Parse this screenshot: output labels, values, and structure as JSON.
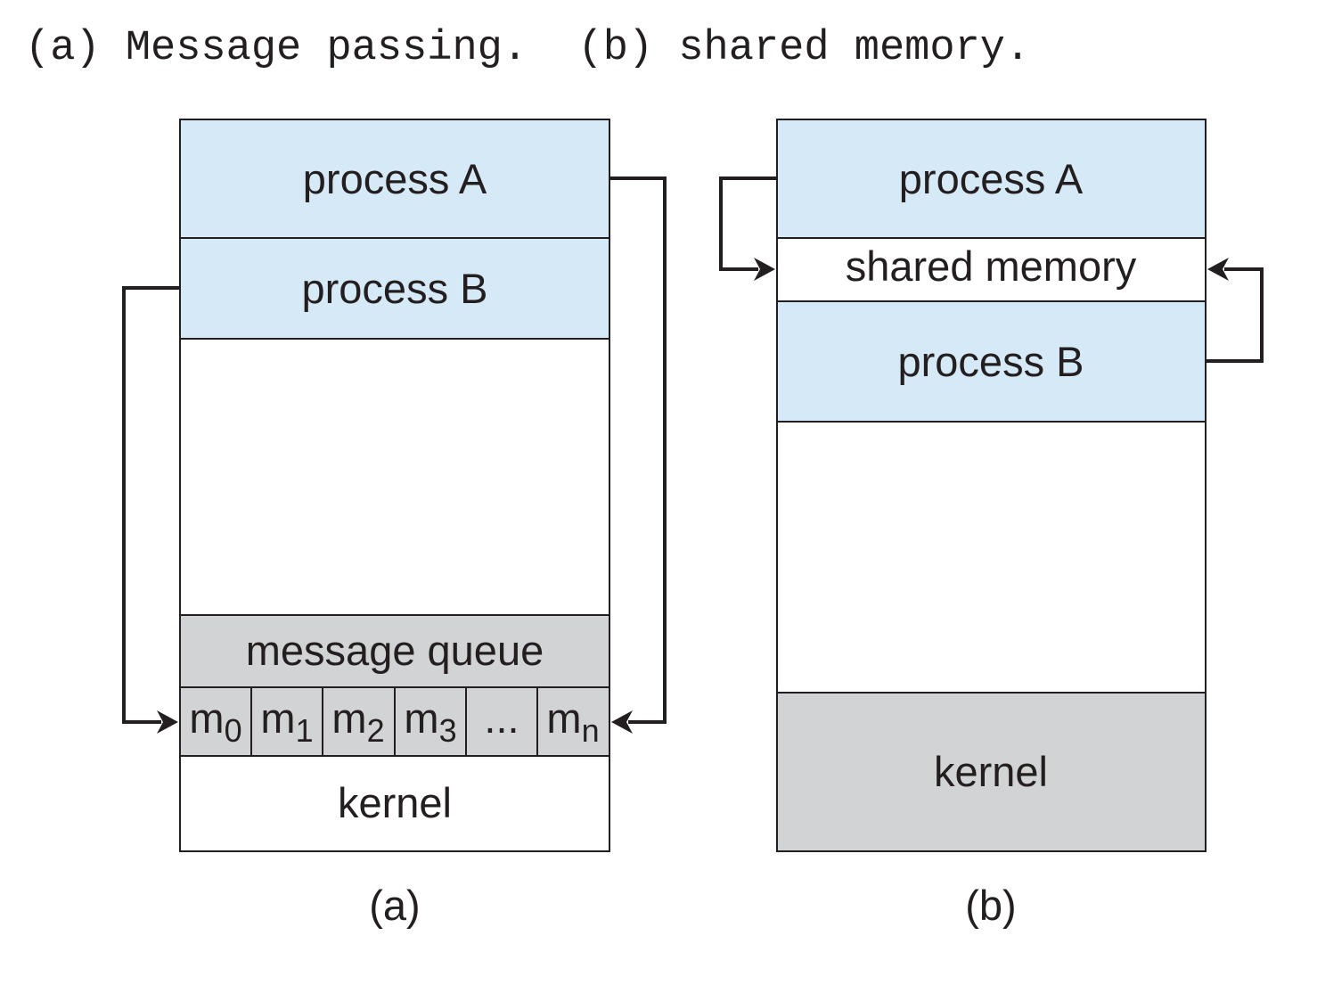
{
  "header": {
    "text": "(a) Message passing.  (b) shared memory."
  },
  "diagram_a": {
    "process_a": "process A",
    "process_b": "process B",
    "message_queue": "message queue",
    "messages": [
      {
        "label": "m",
        "subscript": "0"
      },
      {
        "label": "m",
        "subscript": "1"
      },
      {
        "label": "m",
        "subscript": "2"
      },
      {
        "label": "m",
        "subscript": "3"
      },
      {
        "label": "..."
      },
      {
        "label": "m",
        "subscript": "n"
      }
    ],
    "kernel": "kernel",
    "caption": "(a)"
  },
  "diagram_b": {
    "process_a": "process A",
    "shared_memory": "shared memory",
    "process_b": "process B",
    "kernel": "kernel",
    "caption": "(b)"
  },
  "colors": {
    "process_fill": "#d5e9f7",
    "queue_fill": "#d2d3d5",
    "kernel_fill": "#d2d3d5",
    "blank_fill": "#ffffff",
    "ink": "#231f20"
  }
}
